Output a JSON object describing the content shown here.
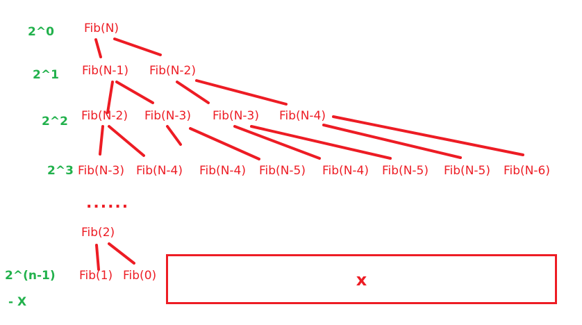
{
  "colors": {
    "node_text": "#ed1c24",
    "edges": "#ed1c24",
    "level_labels": "#22b14c",
    "box_border": "#ed1c24"
  },
  "levels": {
    "l0": "2^0",
    "l1": "2^1",
    "l2": "2^2",
    "l3": "2^3",
    "last": "2^(n-1)",
    "minus_x": "- X"
  },
  "nodes": {
    "root": "Fib(N)",
    "r1": [
      "Fib(N-1)",
      "Fib(N-2)"
    ],
    "r2": [
      "Fib(N-2)",
      "Fib(N-3)",
      "Fib(N-3)",
      "Fib(N-4)"
    ],
    "r3": [
      "Fib(N-3)",
      "Fib(N-4)",
      "Fib(N-4)",
      "Fib(N-5)",
      "Fib(N-4)",
      "Fib(N-5)",
      "Fib(N-5)",
      "Fib(N-6)"
    ],
    "ellipsis": "......",
    "fib2": "Fib(2)",
    "fib1": "Fib(1)",
    "fib0": "Fib(0)"
  },
  "box": {
    "label": "x"
  }
}
